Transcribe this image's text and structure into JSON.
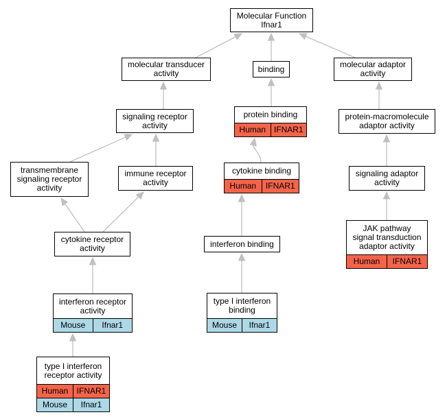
{
  "colors": {
    "edge": "#c0c0c0",
    "human": "#f4644a",
    "mouse": "#add8e6",
    "border": "#000000",
    "node_fill": "#ffffff"
  },
  "nodes": [
    {
      "id": "mf",
      "label": "Molecular Function\nIfnar1",
      "annotations": []
    },
    {
      "id": "transducer",
      "label": "molecular transducer\nactivity",
      "annotations": []
    },
    {
      "id": "binding",
      "label": "binding",
      "annotations": []
    },
    {
      "id": "adaptor",
      "label": "molecular adaptor\nactivity",
      "annotations": []
    },
    {
      "id": "sigrec",
      "label": "signaling receptor\nactivity",
      "annotations": []
    },
    {
      "id": "protbind",
      "label": "protein binding",
      "annotations": [
        {
          "species": "Human",
          "gene": "IFNAR1"
        }
      ]
    },
    {
      "id": "protmacro",
      "label": "protein-macromolecule\nadaptor activity",
      "annotations": []
    },
    {
      "id": "transmem",
      "label": "transmembrane\nsignaling receptor\nactivity",
      "annotations": []
    },
    {
      "id": "immune",
      "label": "immune receptor\nactivity",
      "annotations": []
    },
    {
      "id": "cytobind",
      "label": "cytokine binding",
      "annotations": [
        {
          "species": "Human",
          "gene": "IFNAR1"
        }
      ]
    },
    {
      "id": "sigadapt",
      "label": "signaling adaptor\nactivity",
      "annotations": []
    },
    {
      "id": "cytorec",
      "label": "cytokine receptor\nactivity",
      "annotations": []
    },
    {
      "id": "ifnbind",
      "label": "interferon binding",
      "annotations": []
    },
    {
      "id": "jak",
      "label": "JAK pathway\nsignal transduction\nadaptor activity",
      "annotations": [
        {
          "species": "Human",
          "gene": "IFNAR1"
        }
      ]
    },
    {
      "id": "ifnrec",
      "label": "interferon receptor\nactivity",
      "annotations": [
        {
          "species": "Mouse",
          "gene": "Ifnar1"
        }
      ]
    },
    {
      "id": "t1bind",
      "label": "type I interferon\nbinding",
      "annotations": [
        {
          "species": "Mouse",
          "gene": "Ifnar1"
        }
      ]
    },
    {
      "id": "t1rec",
      "label": "type I interferon\nreceptor activity",
      "annotations": [
        {
          "species": "Human",
          "gene": "IFNAR1"
        },
        {
          "species": "Mouse",
          "gene": "Ifnar1"
        }
      ]
    }
  ],
  "edges": [
    {
      "from": "transducer",
      "to": "mf"
    },
    {
      "from": "binding",
      "to": "mf"
    },
    {
      "from": "adaptor",
      "to": "mf"
    },
    {
      "from": "sigrec",
      "to": "transducer"
    },
    {
      "from": "protbind",
      "to": "binding"
    },
    {
      "from": "protmacro",
      "to": "adaptor"
    },
    {
      "from": "transmem",
      "to": "sigrec"
    },
    {
      "from": "immune",
      "to": "sigrec"
    },
    {
      "from": "cytobind",
      "to": "protbind"
    },
    {
      "from": "sigadapt",
      "to": "protmacro"
    },
    {
      "from": "cytorec",
      "to": "transmem"
    },
    {
      "from": "cytorec",
      "to": "immune"
    },
    {
      "from": "ifnbind",
      "to": "cytobind"
    },
    {
      "from": "jak",
      "to": "sigadapt"
    },
    {
      "from": "ifnrec",
      "to": "cytorec"
    },
    {
      "from": "t1bind",
      "to": "ifnbind"
    },
    {
      "from": "t1rec",
      "to": "ifnrec"
    }
  ]
}
